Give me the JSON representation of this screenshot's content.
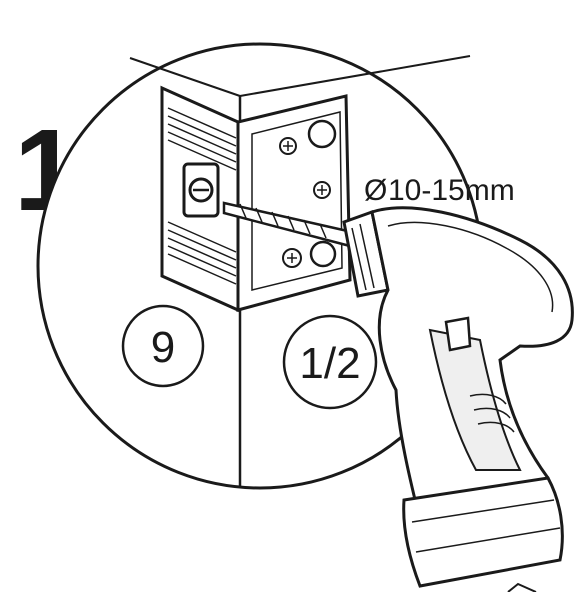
{
  "step": {
    "number": "1"
  },
  "drill": {
    "diameter_symbol": "Ø",
    "diameter_range": "10-15mm"
  },
  "callouts": {
    "left": {
      "label": "9"
    },
    "right": {
      "label": "1/2"
    }
  },
  "colors": {
    "ink": "#1a1a1a",
    "paper": "#ffffff",
    "drill_shade": "#efefef"
  },
  "icons": {
    "bracket": "corner-bracket-icon",
    "drill": "power-drill-icon",
    "screw": "screw-head-icon"
  }
}
